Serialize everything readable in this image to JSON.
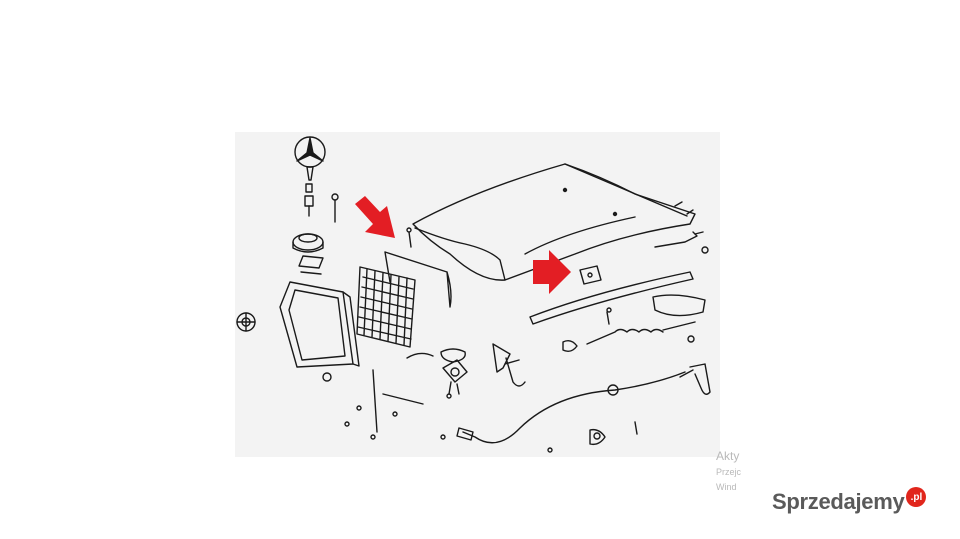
{
  "overlay": {
    "line1": "Akty",
    "line2": "Przejc",
    "line3": "Wind"
  },
  "watermark": {
    "text": "Sprzedajemy",
    "badge": ".pl"
  },
  "colors": {
    "background": "#ffffff",
    "diagram_background": "#f3f3f3",
    "line_art": "#1a1a1a",
    "arrow_red": "#e31e24",
    "watermark_badge": "#e1261c"
  },
  "icons": [
    "hood-icon",
    "mercedes-star-emblem-icon",
    "radiator-grille-icon",
    "red-arrow-icon",
    "hood-seal-strip-icon",
    "latch-cable-icon"
  ]
}
